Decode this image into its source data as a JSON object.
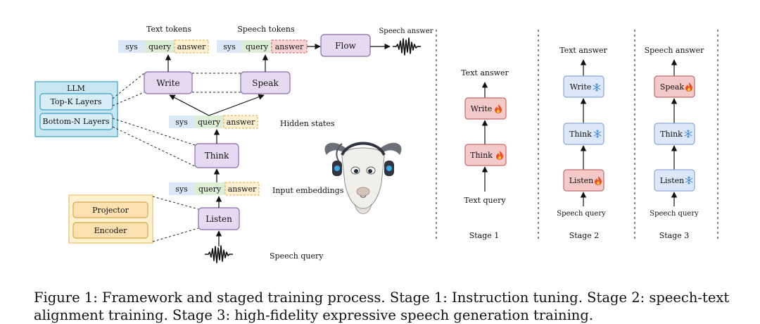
{
  "labels": {
    "text_tokens": "Text tokens",
    "speech_tokens": "Speech tokens",
    "speech_answer": "Speech answer",
    "hidden_states": "Hidden states",
    "input_embeddings": "Input embeddings",
    "speech_query": "Speech query"
  },
  "tokens": {
    "sys": "sys",
    "query": "query",
    "answer": "answer"
  },
  "modules": {
    "write": "Write",
    "speak": "Speak",
    "think": "Think",
    "listen": "Listen",
    "flow": "Flow",
    "llm": "LLM",
    "top_k": "Top-K Layers",
    "bottom_n": "Bottom-N Layers",
    "projector": "Projector",
    "encoder": "Encoder"
  },
  "stages": [
    {
      "label": "Stage 1",
      "top": "Text answer",
      "bottom": "Text query",
      "boxes": [
        "Write",
        "Think"
      ],
      "state": [
        "trainable",
        "trainable"
      ]
    },
    {
      "label": "Stage 2",
      "top": "Text answer",
      "bottom": "Speech query",
      "boxes": [
        "Write",
        "Think",
        "Listen"
      ],
      "state": [
        "frozen",
        "frozen",
        "trainable"
      ]
    },
    {
      "label": "Stage 3",
      "top": "Speech answer",
      "bottom": "Speech query",
      "boxes": [
        "Speak",
        "Think",
        "Listen"
      ],
      "state": [
        "trainable",
        "frozen",
        "frozen"
      ]
    }
  ],
  "icons": {
    "trainable": "fire-icon",
    "frozen": "snowflake-icon",
    "mascot": "goat-headphones-icon",
    "wave": "waveform-icon"
  },
  "colors": {
    "trainable": "#f4c9c9",
    "frozen": "#dce8fa",
    "module": "#e6d9f2",
    "llm": "#c9e6f3",
    "adapter": "#fdf1cf"
  },
  "caption": {
    "line1": "Figure 1: Framework and staged training process. Stage 1: Instruction tuning. Stage 2: speech-text",
    "line2": "alignment training. Stage 3: high-fidelity expressive speech generation training."
  }
}
